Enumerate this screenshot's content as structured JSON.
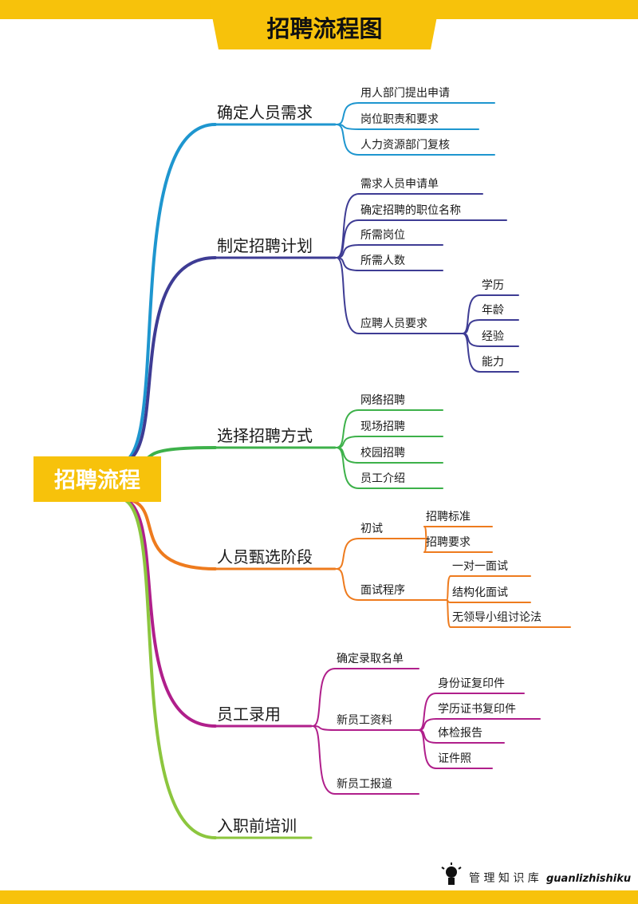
{
  "header": {
    "title": "招聘流程图"
  },
  "root": {
    "label": "招聘流程"
  },
  "colors": {
    "accent": "#F7C20B",
    "branch1": "#1E96CF",
    "branch2": "#3E3C94",
    "branch3": "#3DB14A",
    "branch4": "#EE7B1E",
    "branch5": "#B01F8B",
    "branch6": "#8CC63E"
  },
  "branches": [
    {
      "label": "确定人员需求",
      "children": [
        {
          "label": "用人部门提出申请"
        },
        {
          "label": "岗位职责和要求"
        },
        {
          "label": "人力资源部门复核"
        }
      ]
    },
    {
      "label": "制定招聘计划",
      "children": [
        {
          "label": "需求人员申请单"
        },
        {
          "label": "确定招聘的职位名称"
        },
        {
          "label": "所需岗位"
        },
        {
          "label": "所需人数"
        },
        {
          "label": "应聘人员要求",
          "children": [
            {
              "label": "学历"
            },
            {
              "label": "年龄"
            },
            {
              "label": "经验"
            },
            {
              "label": "能力"
            }
          ]
        }
      ]
    },
    {
      "label": "选择招聘方式",
      "children": [
        {
          "label": "网络招聘"
        },
        {
          "label": "现场招聘"
        },
        {
          "label": "校园招聘"
        },
        {
          "label": "员工介绍"
        }
      ]
    },
    {
      "label": "人员甄选阶段",
      "children": [
        {
          "label": "初试",
          "children": [
            {
              "label": "招聘标准"
            },
            {
              "label": "招聘要求"
            }
          ]
        },
        {
          "label": "面试程序",
          "children": [
            {
              "label": "一对一面试"
            },
            {
              "label": "结构化面试"
            },
            {
              "label": "无领导小组讨论法"
            }
          ]
        }
      ]
    },
    {
      "label": "员工录用",
      "children": [
        {
          "label": "确定录取名单"
        },
        {
          "label": "新员工资料",
          "children": [
            {
              "label": "身份证复印件"
            },
            {
              "label": "学历证书复印件"
            },
            {
              "label": "体检报告"
            },
            {
              "label": "证件照"
            }
          ]
        },
        {
          "label": "新员工报道"
        }
      ]
    },
    {
      "label": "入职前培训",
      "children": []
    }
  ],
  "footer": {
    "icon": "lightbulb-icon",
    "label": "管 理 知 识 库",
    "brand": "guanlizhishiku"
  }
}
